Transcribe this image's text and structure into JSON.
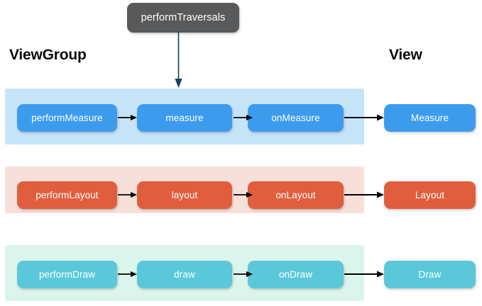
{
  "diagram": {
    "title_root": "performTraversals",
    "columns": {
      "left_label": "ViewGroup",
      "right_label": "View"
    },
    "colors": {
      "root_node": "#58595b",
      "measure_node": "#3d9bee",
      "measure_band": "#c6e4f7",
      "layout_node": "#e05e3e",
      "layout_band": "#f7e0da",
      "draw_node": "#5ac8d8",
      "draw_band": "#dbf5ec",
      "arrow": "#000000",
      "page_background": "#ffffff"
    },
    "rows": [
      {
        "id": "measure",
        "nodes": [
          {
            "label": "performMeasure"
          },
          {
            "label": "measure"
          },
          {
            "label": "onMeasure"
          },
          {
            "label": "Measure"
          }
        ]
      },
      {
        "id": "layout",
        "nodes": [
          {
            "label": "performLayout"
          },
          {
            "label": "layout"
          },
          {
            "label": "onLayout"
          },
          {
            "label": "Layout"
          }
        ]
      },
      {
        "id": "draw",
        "nodes": [
          {
            "label": "performDraw"
          },
          {
            "label": "draw"
          },
          {
            "label": "onDraw"
          },
          {
            "label": "Draw"
          }
        ]
      }
    ]
  }
}
